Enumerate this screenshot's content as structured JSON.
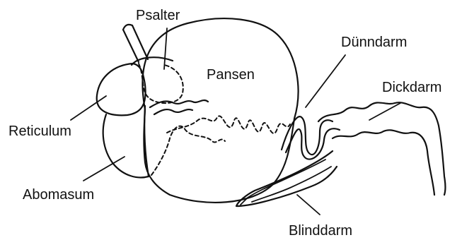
{
  "diagram": {
    "labels": {
      "psalter": "Psalter",
      "pansen": "Pansen",
      "duenndarm": "Dünndarm",
      "dickdarm": "Dickdarm",
      "reticulum": "Reticulum",
      "abomasum": "Abomasum",
      "blinddarm": "Blinddarm"
    }
  }
}
